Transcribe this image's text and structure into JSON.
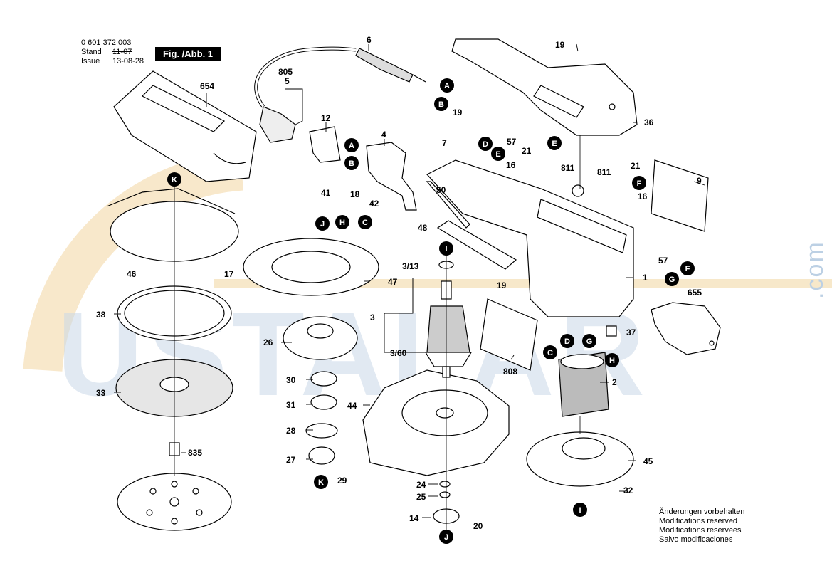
{
  "header": {
    "doc_number": "0 601 372 003",
    "stand_label": "Stand",
    "stand_value": "11-07",
    "issue_label": "Issue",
    "issue_value": "13-08-28",
    "figure_label": "Fig. /Abb. 1"
  },
  "notes": [
    "Änderungen vorbehalten",
    "Modifications reserved",
    "Modifications reservees",
    "Salvo modificaciones"
  ],
  "watermark": {
    "text": "USTALAR",
    "suffix": ".com",
    "color_blue": "#c9d8e8",
    "color_orange": "#f3d9a8"
  },
  "part_numbers": {
    "p6": "6",
    "p805": "805",
    "p5": "5",
    "p654": "654",
    "p12": "12",
    "p4": "4",
    "p41": "41",
    "p18": "18",
    "p42": "42",
    "p46": "46",
    "p17": "17",
    "p19a": "19",
    "p19b": "19",
    "p19c": "19",
    "p7": "7",
    "p57a": "57",
    "p21a": "21",
    "p16a": "16",
    "p811a": "811",
    "p811b": "811",
    "p21b": "21",
    "p16b": "16",
    "p9": "9",
    "p36": "36",
    "p50": "50",
    "p48": "48",
    "p57b": "57",
    "p1": "1",
    "p655": "655",
    "p37": "37",
    "p47": "47",
    "p38": "38",
    "p26": "26",
    "p3_13": "3/13",
    "p3": "3",
    "p3_60": "3/60",
    "p808": "808",
    "p2": "2",
    "p30": "30",
    "p31": "31",
    "p44": "44",
    "p28": "28",
    "p27": "27",
    "p29": "29",
    "p33": "33",
    "p835": "835",
    "p45": "45",
    "p32": "32",
    "p24": "24",
    "p25": "25",
    "p14": "14",
    "p20": "20"
  },
  "connectors": {
    "A": "A",
    "B": "B",
    "C": "C",
    "D": "D",
    "E": "E",
    "F": "F",
    "G": "G",
    "H": "H",
    "I": "I",
    "J": "J",
    "K": "K"
  }
}
